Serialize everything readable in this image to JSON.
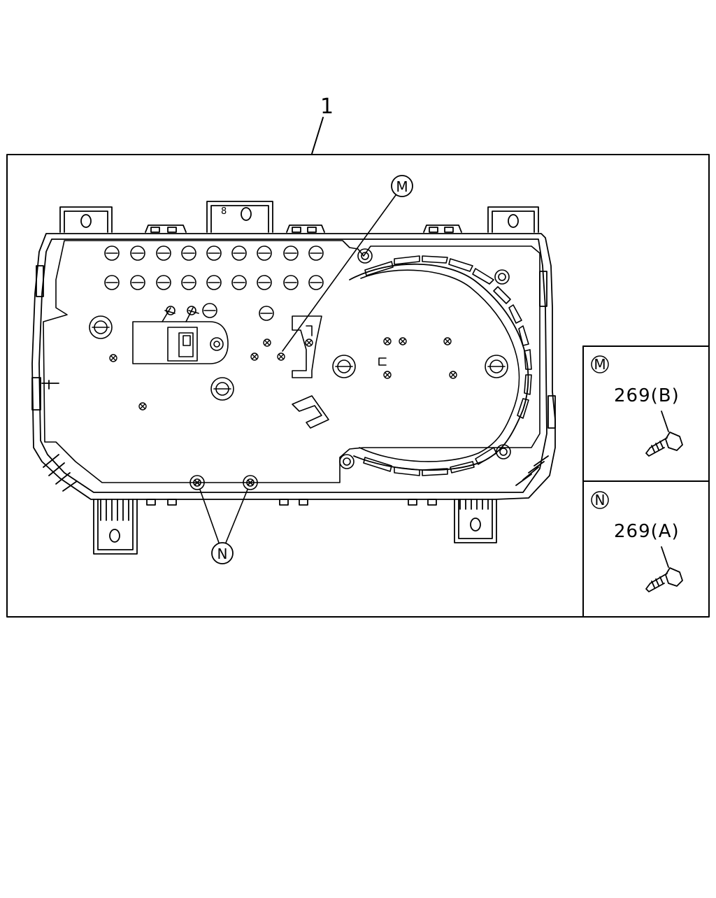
{
  "diagram": {
    "item_number": "1",
    "callouts": {
      "m": "M",
      "n": "N"
    },
    "fasteners": [
      {
        "key": "M",
        "part_number": "269(B)"
      },
      {
        "key": "N",
        "part_number": "269(A)"
      }
    ],
    "small_marks": {
      "tab_mark": "8",
      "connector_letter": "C"
    }
  }
}
